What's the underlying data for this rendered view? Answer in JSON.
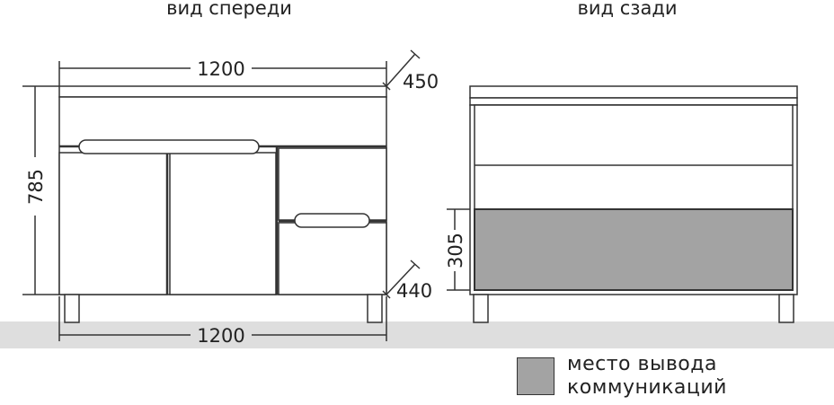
{
  "front_view": {
    "title": "вид спереди",
    "dim_width_top": "1200",
    "dim_depth_top": "450",
    "dim_height": "785",
    "dim_depth_bottom": "440",
    "dim_width_bottom": "1200"
  },
  "rear_view": {
    "title": "вид сзади",
    "dim_comm_height": "305"
  },
  "legend": {
    "line1": "место вывода",
    "line2": "коммуникаций",
    "swatch_color": "#a3a3a3"
  },
  "colors": {
    "line": "#333333",
    "floor": "#dedede",
    "comm_area": "#a3a3a3"
  }
}
